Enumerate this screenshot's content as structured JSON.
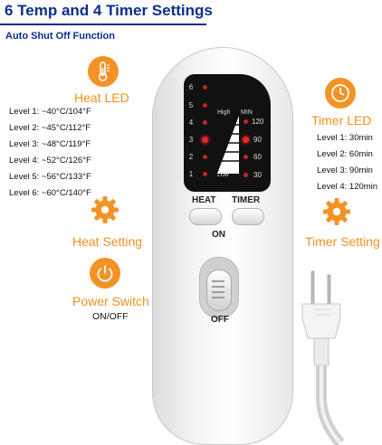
{
  "header": {
    "title": "6 Temp and 4 Timer Settings",
    "subtitle": "Auto Shut Off  Function"
  },
  "heat_led": {
    "label": "Heat LED",
    "levels": [
      "Level 1: ~40°C/104°F",
      "Level 2: ~45°C/112°F",
      "Level 3: ~48°C/119°F",
      "Level 4: ~52°C/126°F",
      "Level 5: ~56°C/133°F",
      "Level 6: ~60°C/140°F"
    ]
  },
  "timer_led": {
    "label": "Timer LED",
    "levels": [
      "Level 1: 30min",
      "Level 2: 60min",
      "Level 3: 90min",
      "Level 4: 120min"
    ]
  },
  "heat_setting": {
    "label": "Heat Setting"
  },
  "timer_setting": {
    "label": "Timer Setting"
  },
  "power_switch": {
    "label": "Power Switch",
    "sub": "ON/OFF"
  },
  "remote": {
    "display": {
      "heat_numbers": [
        "6",
        "5",
        "4",
        "3",
        "2",
        "1"
      ],
      "timer_numbers": [
        "120",
        "90",
        "60",
        "30"
      ],
      "high": "High",
      "low": "Low",
      "min": "MIN",
      "active_heat_level": 3,
      "active_timer": "90"
    },
    "heat_button": "HEAT",
    "timer_button": "TIMER",
    "on_label": "ON",
    "off_label": "OFF"
  },
  "colors": {
    "accent_orange": "#f39325",
    "title_blue": "#0c2f8c",
    "led_red": "#ff2020"
  },
  "icons": {
    "heat_led": "thermometer-icon",
    "timer_led": "clock-icon",
    "heat_setting": "gear-icon",
    "timer_setting": "gear-icon",
    "power_switch": "power-icon"
  }
}
